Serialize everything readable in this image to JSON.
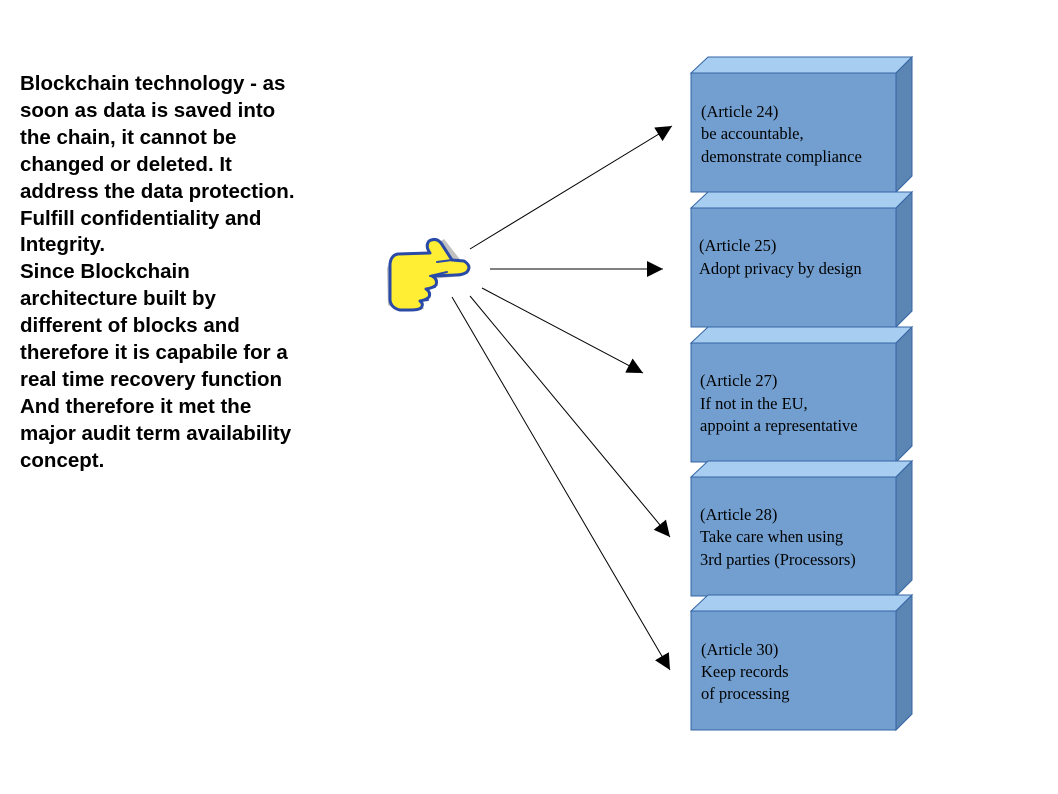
{
  "intro_text": [
    "Blockchain technology - as",
    "soon as data is saved into",
    "the chain, it cannot be",
    "changed or deleted. It",
    "address the data protection.",
    "Fulfill confidentiality and",
    "Integrity.",
    "Since Blockchain",
    "architecture built by",
    "different of blocks and",
    "therefore it is capabile for a",
    "real time recovery function",
    "And therefore it met the",
    "major audit term availability",
    "concept."
  ],
  "pointer": {
    "icon": "pointing-hand-icon"
  },
  "articles": [
    {
      "id": "article-24",
      "lines": [
        "(Article 24)",
        "be accountable,",
        "demonstrate compliance"
      ]
    },
    {
      "id": "article-25",
      "lines": [
        "(Article 25)",
        "Adopt privacy by design"
      ]
    },
    {
      "id": "article-27",
      "lines": [
        "(Article 27)",
        "If not in the EU,",
        "appoint a representative"
      ]
    },
    {
      "id": "article-28",
      "lines": [
        "(Article 28)",
        "Take care when using",
        "3rd parties (Processors)"
      ]
    },
    {
      "id": "article-30",
      "lines": [
        "(Article 30)",
        "Keep records",
        "of processing"
      ]
    }
  ],
  "colors": {
    "box_front": "#729fcf",
    "box_top": "#a7cdf1",
    "box_side": "#5b85b2",
    "box_stroke": "#3465a4",
    "hand_fill": "#ffee33",
    "hand_outline": "#2a4aa8",
    "arrow": "#000000"
  }
}
